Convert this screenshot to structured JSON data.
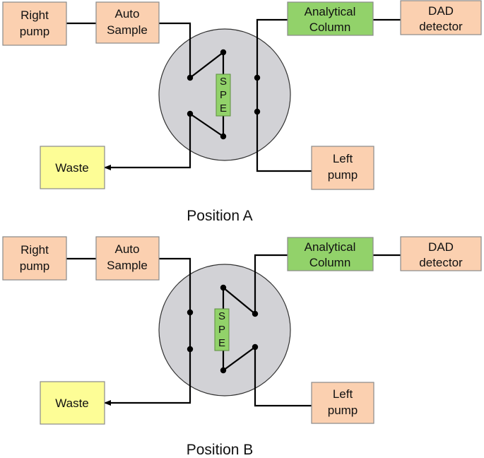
{
  "colors": {
    "pump_box": "#fbd0b0",
    "column_box": "#92d26a",
    "waste_box": "#fdfd96",
    "spe_box": "#92d26a",
    "valve": "#d2d2d6"
  },
  "panels": [
    {
      "id": "A",
      "caption": "Position A",
      "right_pump": [
        "Right",
        "pump"
      ],
      "auto_sample": [
        "Auto",
        "Sample"
      ],
      "analytical_column": [
        "Analytical",
        "Column"
      ],
      "dad_detector": [
        "DAD",
        "detector"
      ],
      "waste": [
        "Waste"
      ],
      "left_pump": [
        "Left",
        "pump"
      ],
      "spe": [
        "S",
        "P",
        "E"
      ]
    },
    {
      "id": "B",
      "caption": "Position B",
      "right_pump": [
        "Right",
        "pump"
      ],
      "auto_sample": [
        "Auto",
        "Sample"
      ],
      "analytical_column": [
        "Analytical",
        "Column"
      ],
      "dad_detector": [
        "DAD",
        "detector"
      ],
      "waste": [
        "Waste"
      ],
      "left_pump": [
        "Left",
        "pump"
      ],
      "spe": [
        "S",
        "P",
        "E"
      ]
    }
  ]
}
